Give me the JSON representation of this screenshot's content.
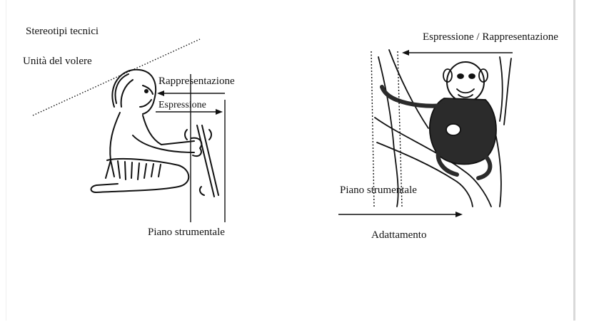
{
  "colors": {
    "ink": "#111111",
    "background": "#ffffff",
    "frame_edge": "#d9d9d9"
  },
  "labels": {
    "stereotipi": "Stereotipi tecnici",
    "unita": "Unità del volere",
    "rappresentazione": "Rappresentazione",
    "espressione": "Espressione",
    "piano_left": "Piano strumentale",
    "espr_rappr": "Espressione / Rappresentazione",
    "piano_right": "Piano strumentale",
    "adattamento": "Adattamento"
  },
  "illustrations": {
    "left": "seated-figure-with-stick",
    "right": "chimpanzee-in-tree"
  }
}
